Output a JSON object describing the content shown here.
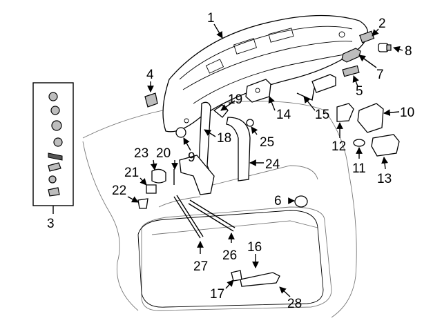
{
  "callouts": [
    {
      "id": "1",
      "text": "1"
    },
    {
      "id": "2",
      "text": "2"
    },
    {
      "id": "3",
      "text": "3"
    },
    {
      "id": "4",
      "text": "4"
    },
    {
      "id": "5",
      "text": "5"
    },
    {
      "id": "6",
      "text": "6"
    },
    {
      "id": "7",
      "text": "7"
    },
    {
      "id": "8",
      "text": "8"
    },
    {
      "id": "9",
      "text": "9"
    },
    {
      "id": "10",
      "text": "10"
    },
    {
      "id": "11",
      "text": "11"
    },
    {
      "id": "12",
      "text": "12"
    },
    {
      "id": "13",
      "text": "13"
    },
    {
      "id": "14",
      "text": "14"
    },
    {
      "id": "15",
      "text": "15"
    },
    {
      "id": "16",
      "text": "16"
    },
    {
      "id": "17",
      "text": "17"
    },
    {
      "id": "18",
      "text": "18"
    },
    {
      "id": "19",
      "text": "19"
    },
    {
      "id": "20",
      "text": "20"
    },
    {
      "id": "21",
      "text": "21"
    },
    {
      "id": "22",
      "text": "22"
    },
    {
      "id": "23",
      "text": "23"
    },
    {
      "id": "24",
      "text": "24"
    },
    {
      "id": "25",
      "text": "25"
    },
    {
      "id": "26",
      "text": "26"
    },
    {
      "id": "27",
      "text": "27"
    },
    {
      "id": "28",
      "text": "28"
    }
  ]
}
